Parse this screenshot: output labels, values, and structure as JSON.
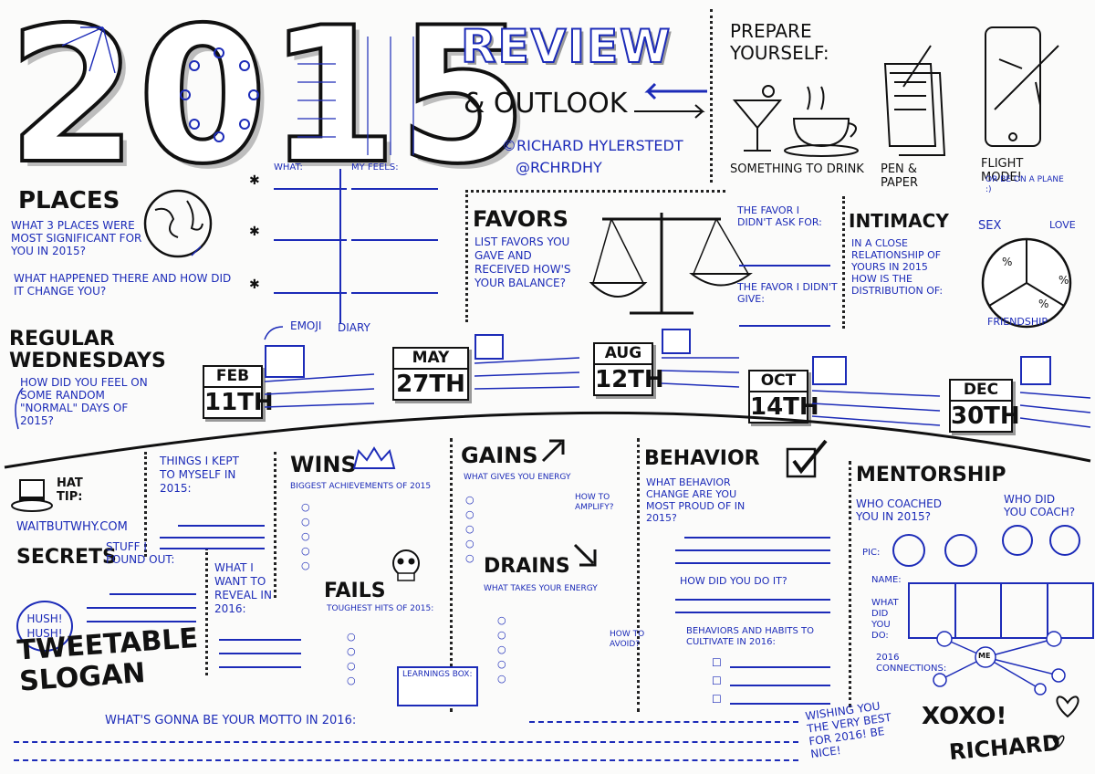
{
  "header": {
    "year": "2015",
    "review": "REVIEW",
    "outlook": "& OUTLOOK",
    "credit_name": "©RICHARD HYLERSTEDT",
    "credit_handle": "@RCHRDHY"
  },
  "prepare": {
    "title": "PREPARE YOURSELF:",
    "item1": "SOMETHING TO DRINK",
    "item2": "PEN & PAPER",
    "item3": "FLIGHT MODE!",
    "item3_sub": "OR BE ON A PLANE :)"
  },
  "places": {
    "title": "PLACES",
    "q1": "WHAT 3 PLACES WERE MOST SIGNIFICANT FOR YOU IN 2015?",
    "q2": "WHAT HAPPENED THERE AND HOW DID IT CHANGE YOU?",
    "col_what": "WHAT:",
    "col_feels": "MY FEELS:"
  },
  "favors": {
    "title": "FAVORS",
    "q": "LIST FAVORS YOU GAVE AND RECEIVED HOW'S YOUR BALANCE?",
    "didnt_ask": "THE FAVOR I DIDN'T ASK FOR:",
    "didnt_give": "THE FAVOR I DIDN'T GIVE:"
  },
  "intimacy": {
    "title": "INTIMACY",
    "q": "IN A CLOSE RELATIONSHIP OF YOURS IN 2015 HOW IS THE DISTRIBUTION OF:",
    "sex": "SEX",
    "love": "LOVE",
    "friendship": "FRIENDSHIP",
    "pct": "%"
  },
  "wednesdays": {
    "title": "REGULAR WEDNESDAYS",
    "q": "HOW DID YOU FEEL ON SOME RANDOM \"NORMAL\" DAYS OF 2015?",
    "emoji_label": "EMOJI",
    "diary_label": "DIARY",
    "dates": [
      {
        "month": "FEB",
        "day": "11TH"
      },
      {
        "month": "MAY",
        "day": "27TH"
      },
      {
        "month": "AUG",
        "day": "12TH"
      },
      {
        "month": "OCT",
        "day": "14TH"
      },
      {
        "month": "DEC",
        "day": "30TH"
      }
    ]
  },
  "hattip": {
    "label": "HAT TIP:",
    "site": "WAITBUTWHY.COM"
  },
  "secrets": {
    "title": "SECRETS",
    "stuff": "STUFF I FOUND OUT:",
    "hush": "HUSH! HUSH!",
    "kept": "THINGS I KEPT TO MYSELF IN 2015:",
    "reveal": "WHAT I WANT TO REVEAL IN 2016:"
  },
  "wins": {
    "title": "WINS",
    "sub": "BIGGEST ACHIEVEMENTS OF 2015"
  },
  "fails": {
    "title": "FAILS",
    "sub": "TOUGHEST HITS OF 2015:",
    "learnings": "LEARNINGS BOX:"
  },
  "gains": {
    "title": "GAINS",
    "sub": "WHAT GIVES YOU ENERGY",
    "amplify": "HOW TO AMPLIFY?"
  },
  "drains": {
    "title": "DRAINS",
    "sub": "WHAT TAKES YOUR ENERGY",
    "avoid": "HOW TO AVOID?"
  },
  "behavior": {
    "title": "BEHAVIOR",
    "q": "WHAT BEHAVIOR CHANGE ARE YOU MOST PROUD OF IN 2015?",
    "how": "HOW DID YOU DO IT?",
    "cultivate": "BEHAVIORS AND HABITS TO CULTIVATE IN 2016:"
  },
  "mentorship": {
    "title": "MENTORSHIP",
    "coached_you": "WHO COACHED YOU IN 2015?",
    "you_coach": "WHO DID YOU COACH?",
    "pic": "PIC:",
    "name": "NAME:",
    "what_did": "WHAT DID YOU DO:",
    "connections": "2016 CONNECTIONS:",
    "me": "ME"
  },
  "footer": {
    "tweetable": "TWEETABLE SLOGAN",
    "motto": "WHAT'S GONNA BE YOUR MOTTO IN 2016:",
    "wish": "WISHING YOU THE VERY BEST FOR 2016! BE NICE!",
    "xoxo": "XOXO!",
    "signature": "RICHARD"
  }
}
